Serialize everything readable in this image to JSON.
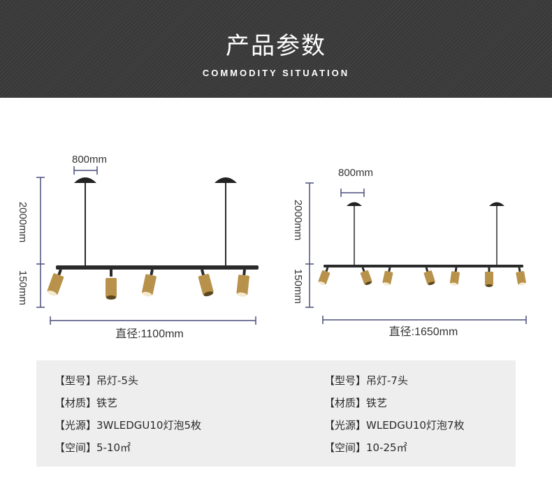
{
  "header": {
    "title": "产品参数",
    "subtitle": "COMMODITY SITUATION"
  },
  "diagrams": [
    {
      "canopy_label": "800mm",
      "drop_label": "2000mm",
      "head_label": "150mm",
      "diameter_label": "直径:1100mm",
      "lamp_count": 5
    },
    {
      "canopy_label": "800mm",
      "drop_label": "2000mm",
      "head_label": "150mm",
      "diameter_label": "直径:1650mm",
      "lamp_count": 7
    }
  ],
  "specs": {
    "left": {
      "model_key": "【型号】",
      "model_val": "吊灯-5头",
      "material_key": "【材质】",
      "material_val": "铁艺",
      "light_key": "【光源】",
      "light_val": "3WLEDGU10灯泡5枚",
      "space_key": "【空间】",
      "space_val": "5-10㎡"
    },
    "right": {
      "model_key": "【型号】",
      "model_val": "吊灯-7头",
      "material_key": "【材质】",
      "material_val": "铁艺",
      "light_key": "【光源】",
      "light_val": "WLEDGU10灯泡7枚",
      "space_key": "【空间】",
      "space_val": "10-25㎡"
    }
  },
  "colors": {
    "header_bg": "#3a3a3a",
    "fixture": "#2a2a2a",
    "brass": "#b8924a",
    "dimension_line": "#4a4f7a",
    "spec_bg": "#eeeeee"
  }
}
